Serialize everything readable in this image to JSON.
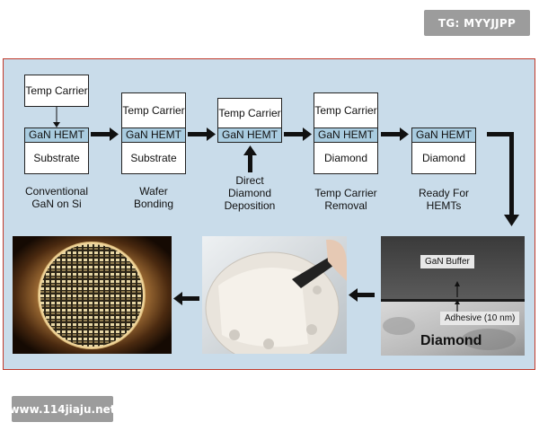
{
  "badges": {
    "top": "TG: MYYJJPP",
    "bottom": "www.114jiaju.net"
  },
  "steps": [
    {
      "id": "conventional",
      "layers": [
        "Temp Carrier",
        "GaN HEMT",
        "Substrate"
      ],
      "caption": [
        "Conventional",
        "GaN on Si"
      ]
    },
    {
      "id": "wafer-bonding",
      "layers": [
        "Temp Carrier",
        "GaN HEMT",
        "Substrate"
      ],
      "caption": [
        "Wafer",
        "Bonding"
      ]
    },
    {
      "id": "direct-diamond",
      "layers": [
        "Temp Carrier",
        "GaN HEMT"
      ],
      "caption": [
        "Direct",
        "Diamond",
        "Deposition"
      ]
    },
    {
      "id": "temp-carrier-removal",
      "layers": [
        "Temp Carrier",
        "GaN HEMT",
        "Diamond"
      ],
      "caption": [
        "Temp Carrier",
        "Removal"
      ]
    },
    {
      "id": "ready",
      "layers": [
        "GaN HEMT",
        "Diamond"
      ],
      "caption": [
        "Ready For",
        "HEMTs"
      ]
    }
  ],
  "tem": {
    "gan_buffer": "GaN Buffer",
    "adhesive": "Adhesive (10 nm)",
    "diamond": "Diamond"
  },
  "colors": {
    "panel_bg": "#c9dcea",
    "panel_border": "#c0392b",
    "gan_layer": "#a9cce0",
    "arrow": "#111111"
  }
}
